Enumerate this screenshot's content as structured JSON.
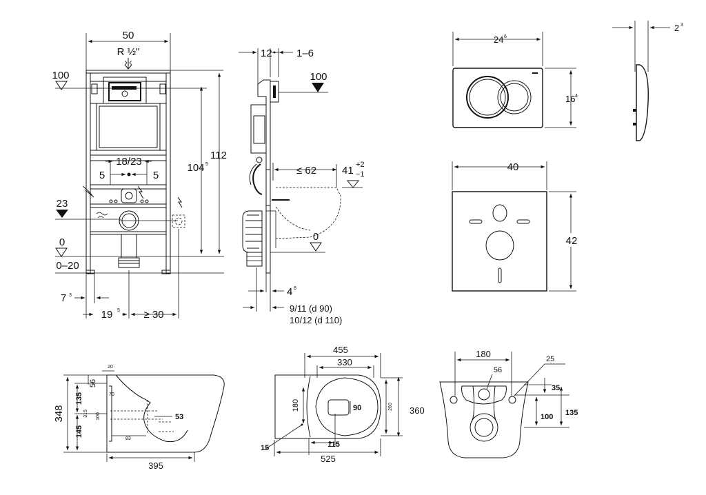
{
  "front_view": {
    "width": "50",
    "pipe": "R ½\"",
    "level_100": "100",
    "level_23": "23",
    "level_0": "0",
    "range_0_20": "0–20",
    "h_112": "112",
    "h_104": "104",
    "h_104_sup": "5",
    "bolt_spacing": "18/23",
    "left_5": "5",
    "right_5": "5",
    "d7": "7",
    "d7_sup": "3",
    "d19": "19",
    "d19_sup": "5",
    "min30": "≥ 30"
  },
  "side_view": {
    "d12": "12",
    "d1_6": "1–6",
    "level_100": "100",
    "max62": "≤ 62",
    "d41": "41",
    "tol_plus": "+2",
    "tol_minus": "−1",
    "level_0": "0",
    "d4": "4",
    "d4_sup": "8",
    "pipe1": "9/11   (d 90)",
    "pipe2": "10/12 (d 110)"
  },
  "plate": {
    "width": "24",
    "width_sup": "6",
    "height": "16",
    "height_sup": "4",
    "thickness": "2",
    "thickness_sup": "3"
  },
  "pad": {
    "width": "40",
    "height": "42"
  },
  "bowl_side": {
    "h348": "348",
    "h135": "135",
    "h145": "145",
    "len395": "395",
    "d56": "56",
    "d53": "53",
    "t20": "20",
    "t70": "70",
    "t315": "315",
    "t100": "100",
    "t83": "83"
  },
  "bowl_top": {
    "d455": "455",
    "d330": "330",
    "d180": "180",
    "d90": "90",
    "d260": "260",
    "d360": "360",
    "d15": "15",
    "d115": "115",
    "d525": "525"
  },
  "bowl_back": {
    "d180": "180",
    "d25": "25",
    "d56": "56",
    "d35": "35",
    "d100": "100",
    "d135": "135"
  }
}
